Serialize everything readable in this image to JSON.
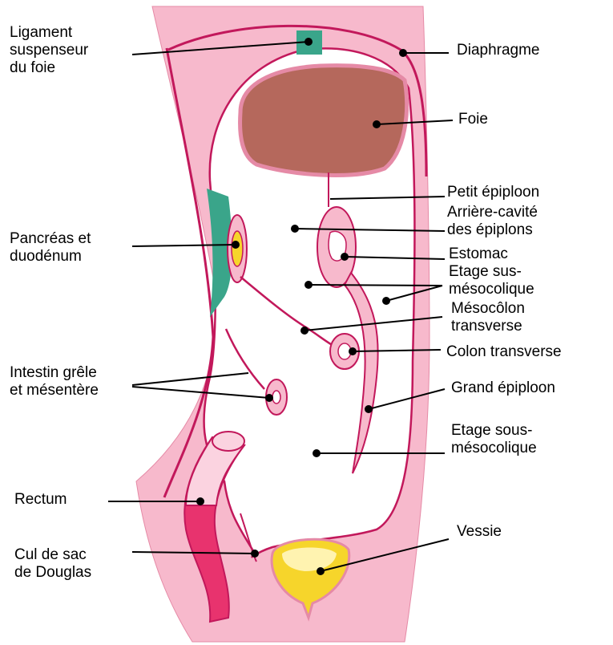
{
  "labels": {
    "ligament": [
      "Ligament",
      "suspenseur",
      "du foie"
    ],
    "diaphragme": [
      "Diaphragme"
    ],
    "foie": [
      "Foie"
    ],
    "petit_epiploon": [
      "Petit épiploon"
    ],
    "arriere_cavite": [
      "Arrière-cavité",
      "des épiplons"
    ],
    "pancreas": [
      "Pancréas et",
      "duodénum"
    ],
    "estomac": [
      "Estomac"
    ],
    "etage_sus": [
      "Etage sus-",
      "mésocolique"
    ],
    "mesocolon": [
      "Mésocôlon",
      "transverse"
    ],
    "colon": [
      "Colon transverse"
    ],
    "intestin": [
      "Intestin grêle",
      "et mésentère"
    ],
    "grand_epiploon": [
      "Grand épiploon"
    ],
    "etage_sous": [
      "Etage sous-",
      "mésocolique"
    ],
    "rectum": [
      "Rectum"
    ],
    "douglas": [
      "Cul de sac",
      "de Douglas"
    ],
    "vessie": [
      "Vessie"
    ]
  },
  "colors": {
    "body": "#f7b9cc",
    "peritoneum": "#c2185b",
    "liver": "#b5685c",
    "cavity": "#ffffff",
    "pancreas_green": "#3aa58a",
    "rectum": "#e8336e",
    "bladder": "#f6d52b",
    "leader": "#000000"
  }
}
